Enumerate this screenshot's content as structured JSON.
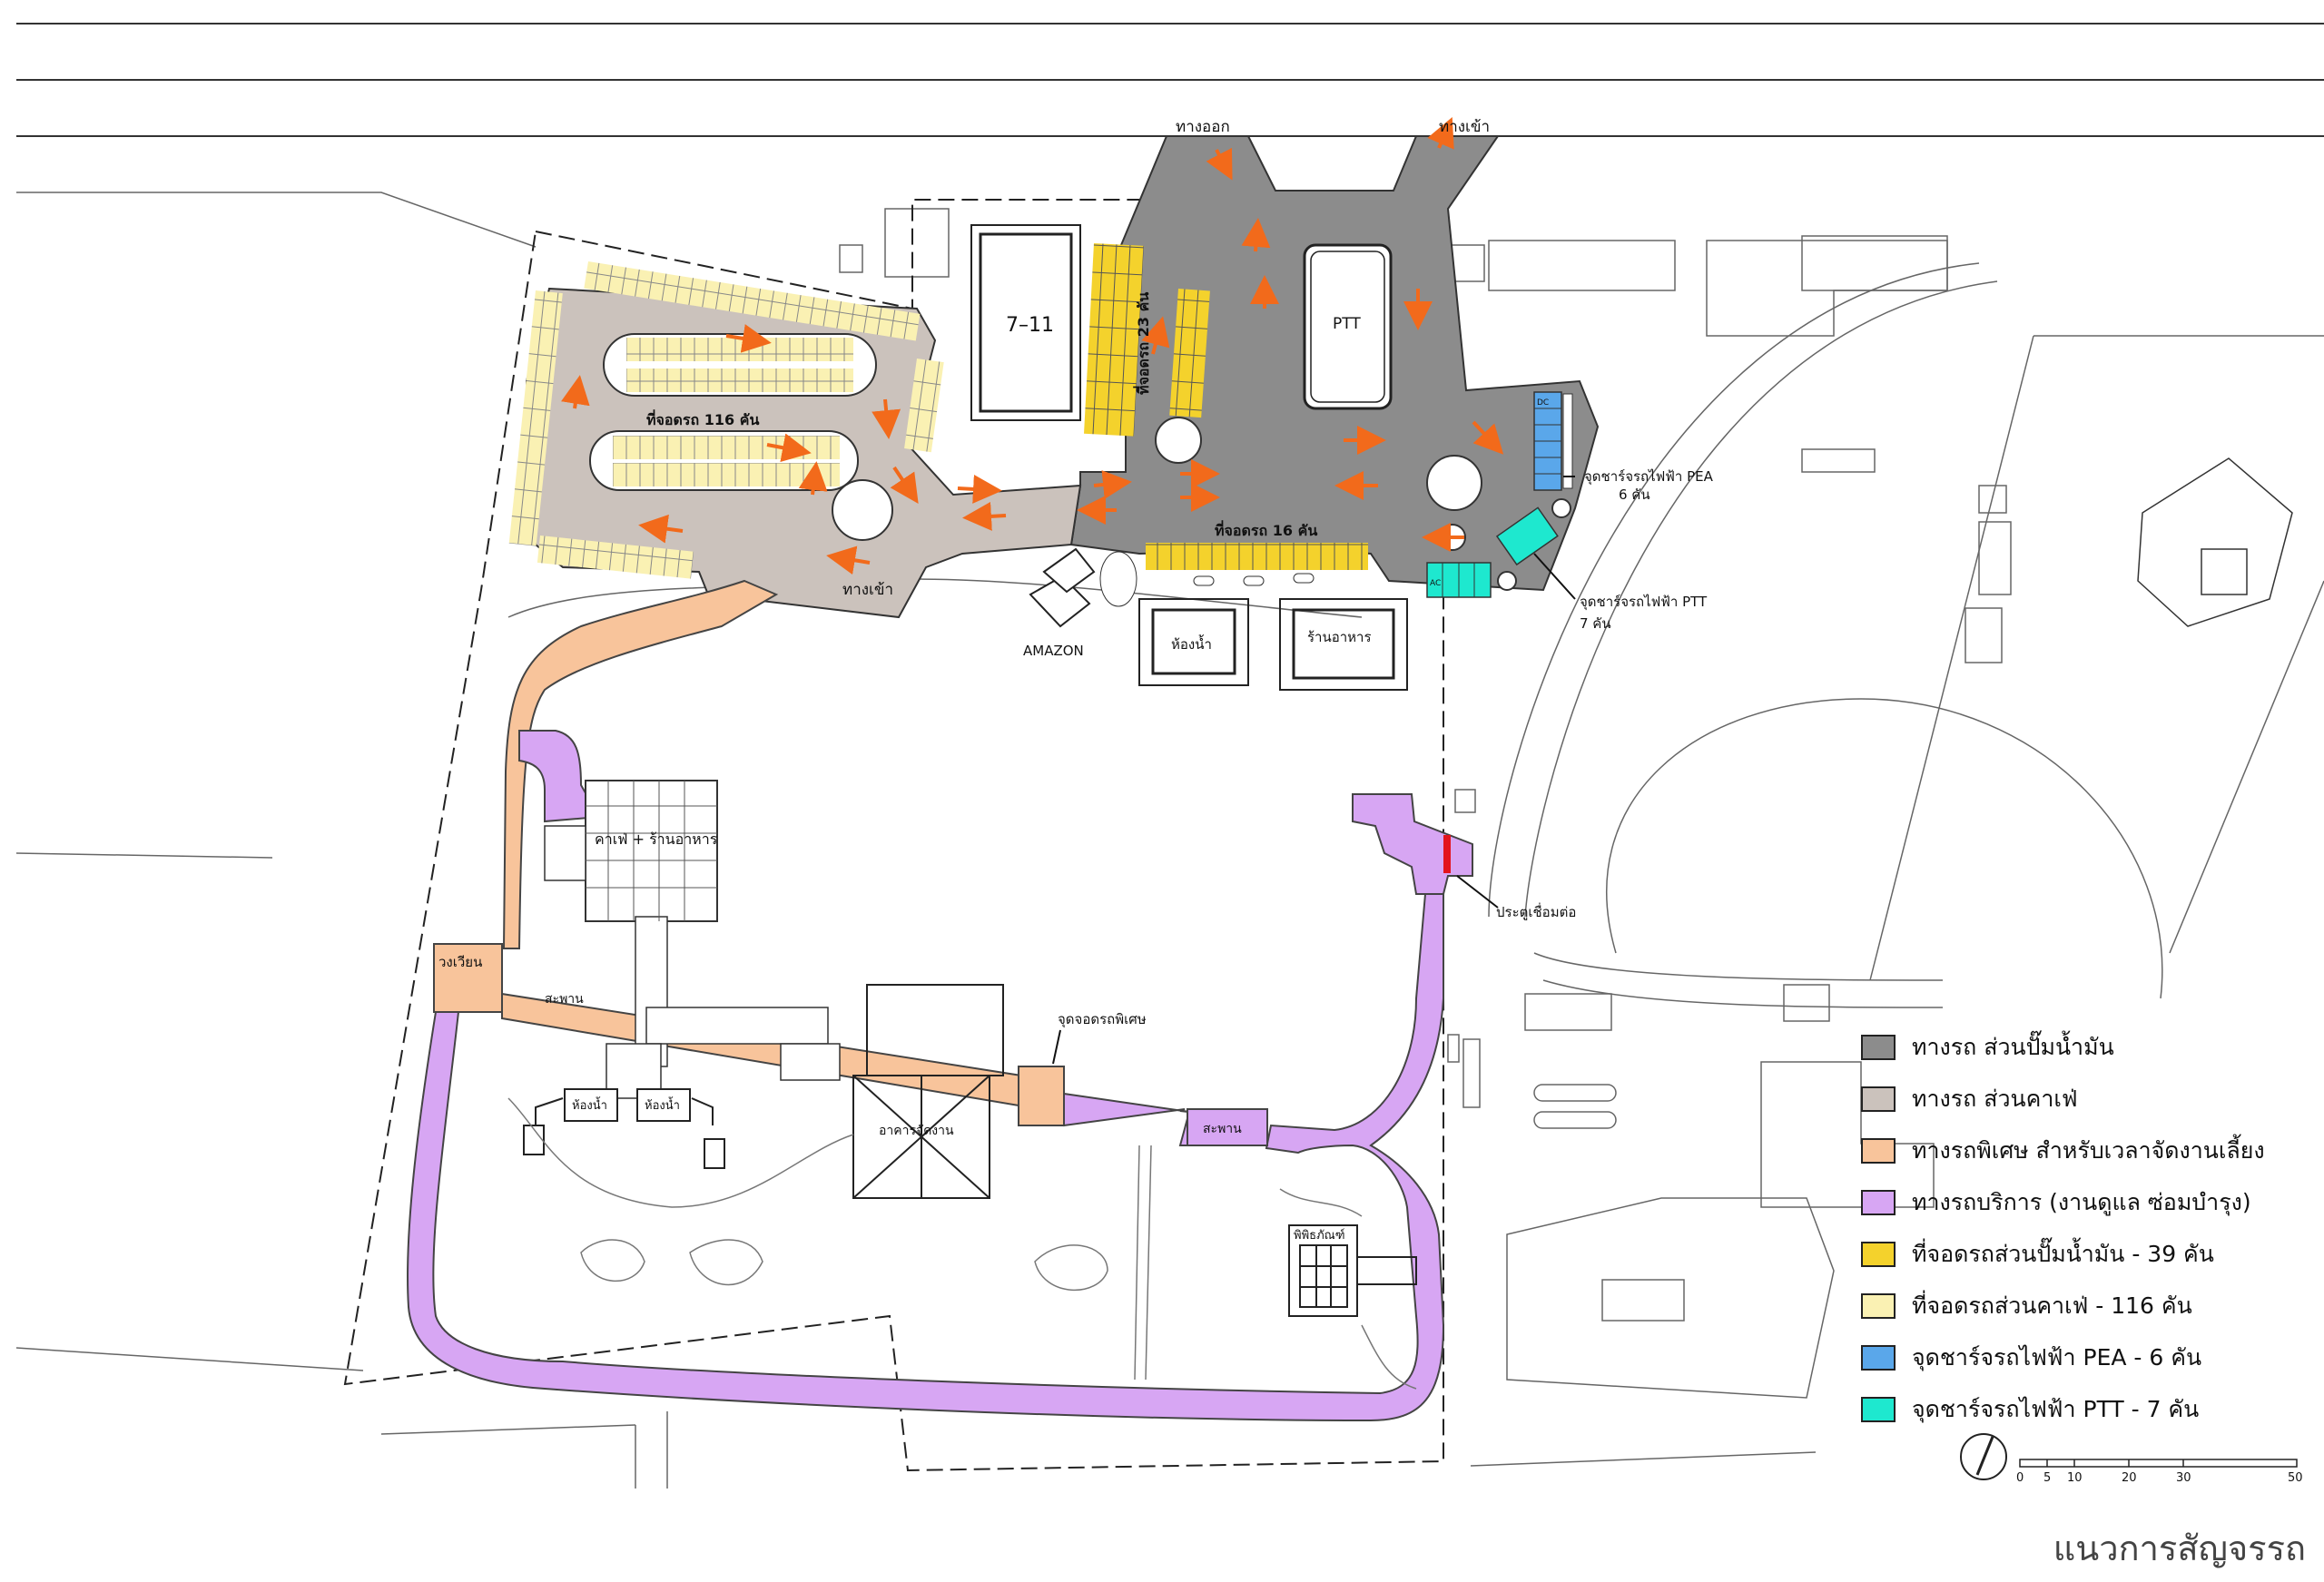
{
  "labels": {
    "exit": "ทางออก",
    "entrance_top": "ทางเข้า",
    "seven_eleven": "7–11",
    "ptt": "PTT",
    "parking_23": "ที่จอดรถ 23 คัน",
    "parking_116": "ที่จอดรถ 116 คัน",
    "parking_16": "ที่จอดรถ 16 คัน",
    "entrance_cafe": "ทางเข้า",
    "amazon": "AMAZON",
    "restroom_top": "ห้องน้ำ",
    "restaurant": "ร้านอาหาร",
    "pea_charger_line1": "จุดชาร์จรถไฟฟ้า PEA",
    "pea_charger_line2": "6 คัน",
    "ptt_charger_line1": "จุดชาร์จรถไฟฟ้า PTT",
    "ptt_charger_line2": "7 คัน",
    "cafe_building": "คาเฟ่ + ร้านอาหาร",
    "roundabout": "วงเวียน",
    "bridge_left": "สะพาน",
    "bridge_right": "สะพาน",
    "special_stop": "จุดจอดรถพิเศษ",
    "connecting_gate": "ประตูเชื่อมต่อ",
    "restroom_left": "ห้องน้ำ",
    "restroom_right": "ห้องน้ำ",
    "event_building": "อาคารจัดงาน",
    "museum": "พิพิธภัณฑ์",
    "dc": "DC",
    "ac": "AC"
  },
  "legend": [
    {
      "label": "ทางรถ ส่วนปั๊มน้ำมัน",
      "color": "#8c8c8c"
    },
    {
      "label": "ทางรถ ส่วนคาเฟ่",
      "color": "#cbc2bc"
    },
    {
      "label": "ทางรถพิเศษ สำหรับเวลาจัดงานเลี้ยง",
      "color": "#f8c49b"
    },
    {
      "label": "ทางรถบริการ (งานดูแล ซ่อมบำรุง)",
      "color": "#d7a6f3"
    },
    {
      "label": "ที่จอดรถส่วนปั๊มน้ำมัน - 39 คัน",
      "color": "#f4d22c"
    },
    {
      "label": "ที่จอดรถส่วนคาเฟ่ - 116 คัน",
      "color": "#faf1b3"
    },
    {
      "label": "จุดชาร์จรถไฟฟ้า PEA - 6 คัน",
      "color": "#5aa7ea"
    },
    {
      "label": "จุดชาร์จรถไฟฟ้า PTT - 7 คัน",
      "color": "#1ee8cf"
    }
  ],
  "scale": {
    "ticks": [
      "0",
      "5",
      "10",
      "20",
      "30",
      "50"
    ]
  },
  "title": "แนวการสัญจรรถ"
}
